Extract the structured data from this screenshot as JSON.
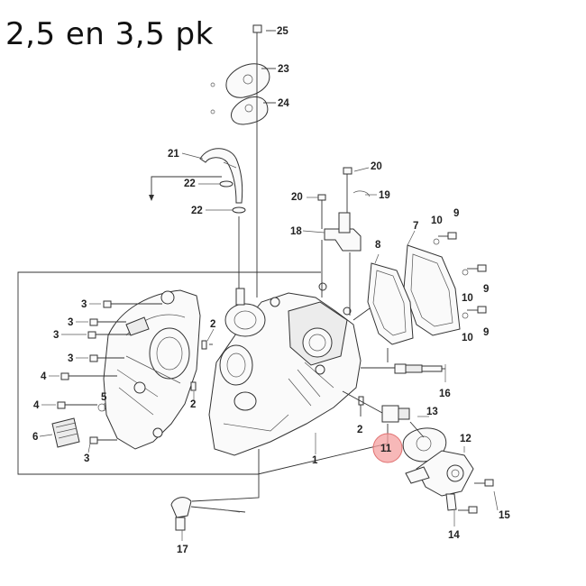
{
  "title": "2,5 en 3,5 pk",
  "highlight_color": "#f4a0a0",
  "callouts": [
    {
      "id": "c25",
      "text": "25"
    },
    {
      "id": "c23",
      "text": "23"
    },
    {
      "id": "c24",
      "text": "24"
    },
    {
      "id": "c21",
      "text": "21"
    },
    {
      "id": "c22a",
      "text": "22"
    },
    {
      "id": "c22b",
      "text": "22"
    },
    {
      "id": "c20a",
      "text": "20"
    },
    {
      "id": "c20b",
      "text": "20"
    },
    {
      "id": "c19",
      "text": "19"
    },
    {
      "id": "c18",
      "text": "18"
    },
    {
      "id": "c7",
      "text": "7"
    },
    {
      "id": "c10a",
      "text": "10"
    },
    {
      "id": "c9a",
      "text": "9"
    },
    {
      "id": "c8",
      "text": "8"
    },
    {
      "id": "c10b",
      "text": "10"
    },
    {
      "id": "c9b",
      "text": "9"
    },
    {
      "id": "c9c",
      "text": "9"
    },
    {
      "id": "c10c",
      "text": "10"
    },
    {
      "id": "c3a",
      "text": "3"
    },
    {
      "id": "c3b",
      "text": "3"
    },
    {
      "id": "c3c",
      "text": "3"
    },
    {
      "id": "c3d",
      "text": "3"
    },
    {
      "id": "c2a",
      "text": "2"
    },
    {
      "id": "c4a",
      "text": "4"
    },
    {
      "id": "c2b",
      "text": "2"
    },
    {
      "id": "c5",
      "text": "5"
    },
    {
      "id": "c4b",
      "text": "4"
    },
    {
      "id": "c6",
      "text": "6"
    },
    {
      "id": "c3e",
      "text": "3"
    },
    {
      "id": "c16",
      "text": "16"
    },
    {
      "id": "c13",
      "text": "13"
    },
    {
      "id": "c2c",
      "text": "2"
    },
    {
      "id": "c11",
      "text": "11"
    },
    {
      "id": "c1",
      "text": "1"
    },
    {
      "id": "c12",
      "text": "12"
    },
    {
      "id": "c15",
      "text": "15"
    },
    {
      "id": "c14",
      "text": "14"
    },
    {
      "id": "c17",
      "text": "17"
    }
  ]
}
